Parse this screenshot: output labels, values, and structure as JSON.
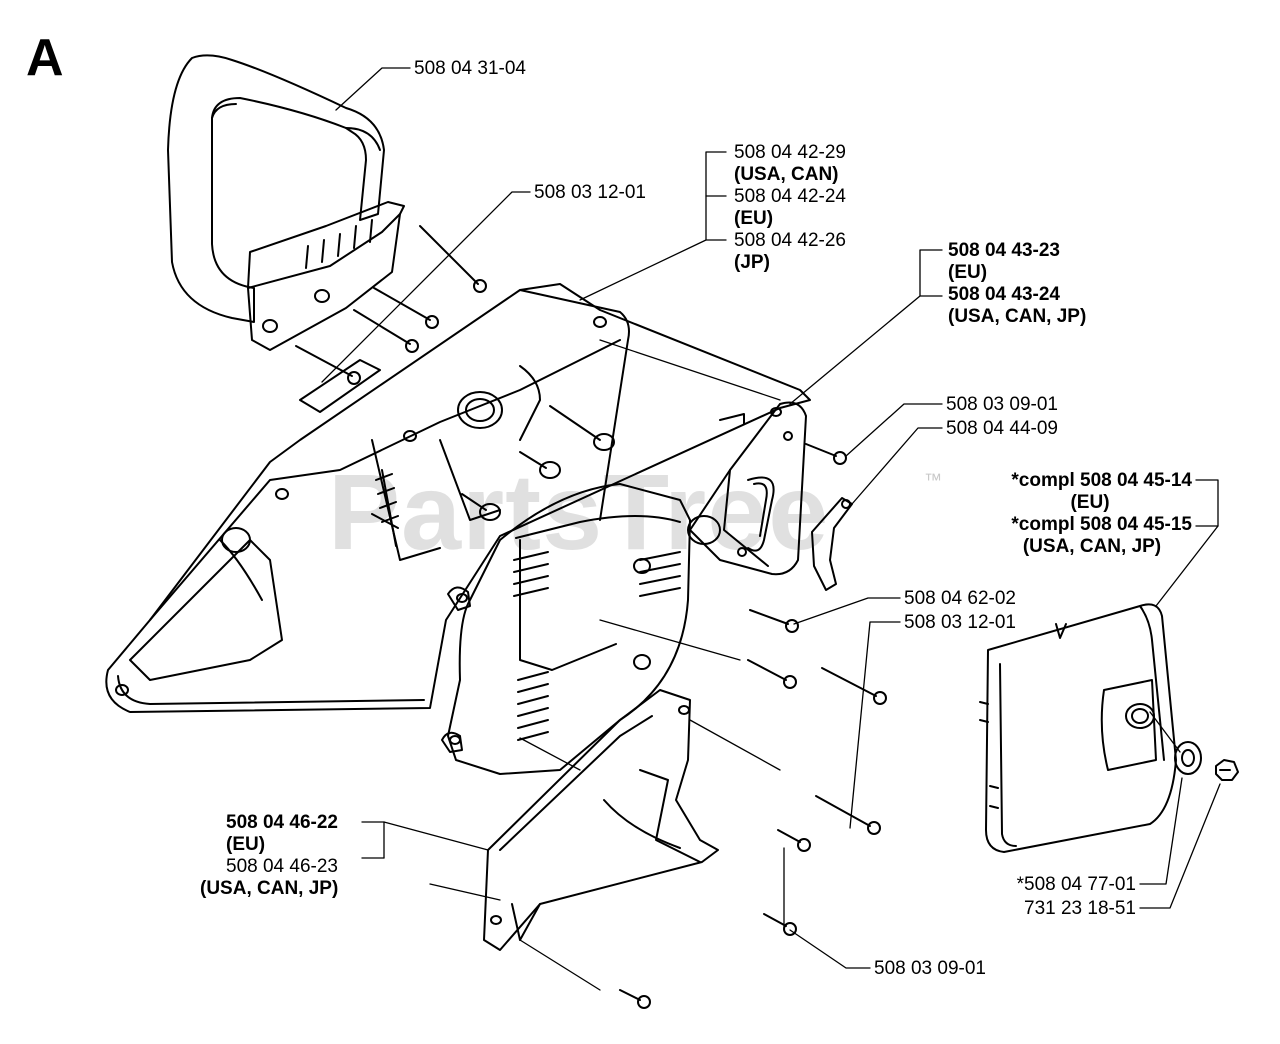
{
  "diagram": {
    "section_letter": "A",
    "watermark": "PartsTree",
    "watermark_tm": "™",
    "callouts": {
      "handle": "508 04 31-04",
      "handle_screws": "508 03 12-01",
      "housing_1": "508 04 42-29",
      "housing_1_region": "(USA, CAN)",
      "housing_2": "508 04 42-24",
      "housing_2_region": "(EU)",
      "housing_3": "508 04 42-26",
      "housing_3_region": "(JP)",
      "inner_1": "508 04 43-23",
      "inner_1_region": "(EU)",
      "inner_2": "508 04 43-24",
      "inner_2_region": "(USA, CAN, JP)",
      "screw_top": "508 03 09-01",
      "bracket": "508 04 44-09",
      "cover_1": "*compl 508 04 45-14",
      "cover_1_region": "(EU)",
      "cover_2": "*compl 508 04 45-15",
      "cover_2_region": "(USA, CAN, JP)",
      "motor_screws": "508 04 62-02",
      "long_screws": "508 03 12-01",
      "guard_1": "508 04 46-22",
      "guard_1_region": "(EU)",
      "guard_2": "508 04 46-23",
      "guard_2_region": "(USA, CAN, JP)",
      "washer": "*508 04 77-01",
      "nut": "731 23 18-51",
      "screw_bottom": "508 03 09-01"
    }
  }
}
